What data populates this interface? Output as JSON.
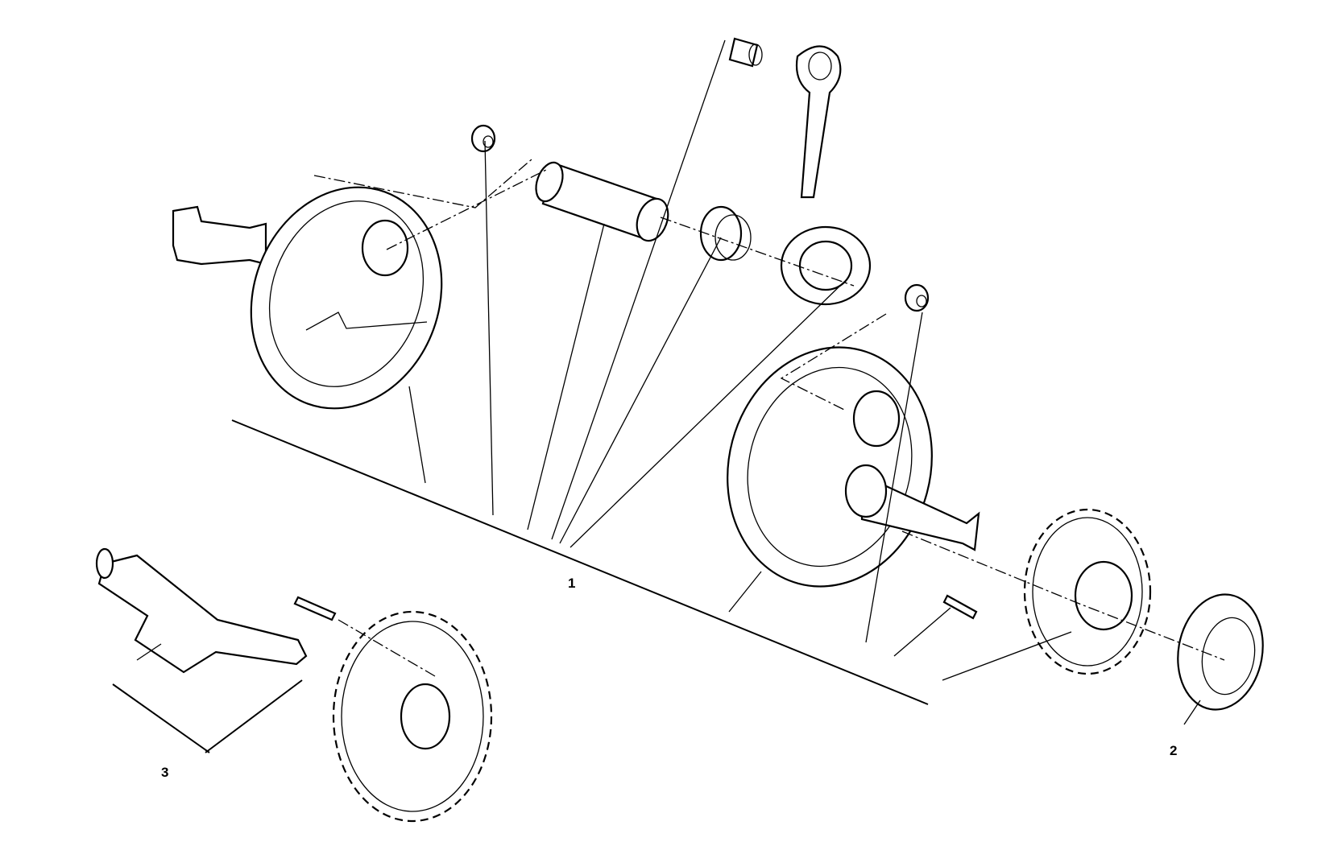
{
  "diagram": {
    "type": "exploded-parts-view",
    "callouts": [
      {
        "id": "1",
        "label": "1"
      },
      {
        "id": "2",
        "label": "2"
      },
      {
        "id": "3",
        "label": "3"
      }
    ]
  }
}
